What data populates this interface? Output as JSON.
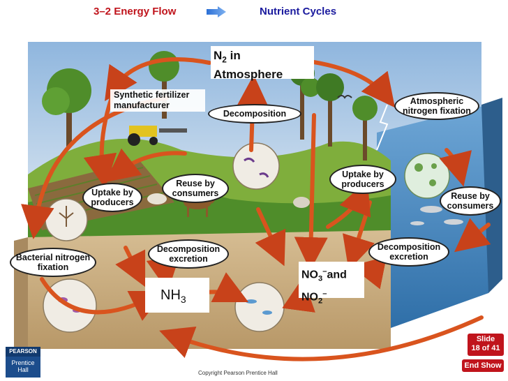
{
  "header": {
    "prev_section": "3–2 Energy Flow",
    "title": "Nutrient Cycles"
  },
  "diagram": {
    "n2_atmosphere": {
      "formula": "N",
      "sub": "2",
      "rest": " in",
      "line2": "Atmosphere"
    },
    "synthetic_fertilizer": "Synthetic fertilizer manufacturer",
    "decomposition_top": "Decomposition",
    "atmospheric_fixation": "Atmospheric nitrogen fixation",
    "uptake_producers_left": "Uptake by producers",
    "reuse_consumers_left": "Reuse by consumers",
    "uptake_producers_right": "Uptake by producers",
    "reuse_consumers_right": "Reuse by consumers",
    "bacterial_fixation": "Bacterial nitrogen fixation",
    "decomposition_excretion_left": "Decomposition excretion",
    "decomposition_excretion_right": "Decomposition excretion",
    "nh3": {
      "formula": "NH",
      "sub": "3"
    },
    "no3_no2": {
      "no3": "NO",
      "sub3": "3",
      "sup3": "–",
      "and": "and",
      "no2": "NO",
      "sub2": "2",
      "sup2": "–"
    }
  },
  "footer": {
    "copyright": "Copyright Pearson Prentice Hall",
    "slide_label": "Slide",
    "slide_num": "18 of 41",
    "end_show": "End Show",
    "logo_top": "PEARSON",
    "logo_bottom1": "Prentice",
    "logo_bottom2": "Hall"
  },
  "colors": {
    "accent_red": "#c0141c",
    "title_blue": "#1a1a9e",
    "arrow_orange": "#d9541e",
    "sky_blue": "#a9c8e8",
    "grass_green": "#5c9a2c",
    "soil_tan": "#c9ad84"
  }
}
